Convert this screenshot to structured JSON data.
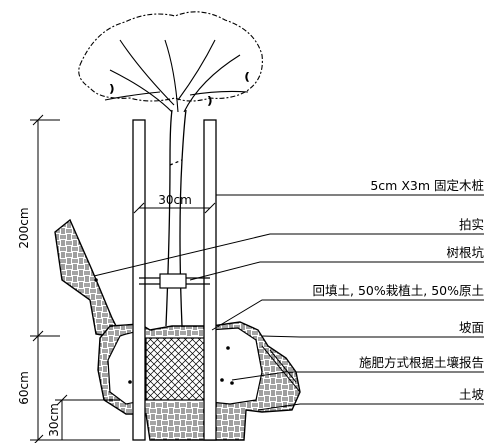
{
  "labels": {
    "stake": "5cm X3m  固定木桩",
    "tamp": "拍实",
    "root_pit": "树根坑",
    "backfill": "回填土, 50%栽植土, 50%原土",
    "slope_face": "坡面",
    "fertilize": "施肥方式根据土壤报告",
    "soil_slope": "土坡"
  },
  "dimensions": {
    "height_above": "200cm",
    "height_below": "60cm",
    "depth_small": "30cm",
    "stake_spacing": "30cm"
  },
  "colors": {
    "line": "#000000",
    "background": "#ffffff"
  }
}
